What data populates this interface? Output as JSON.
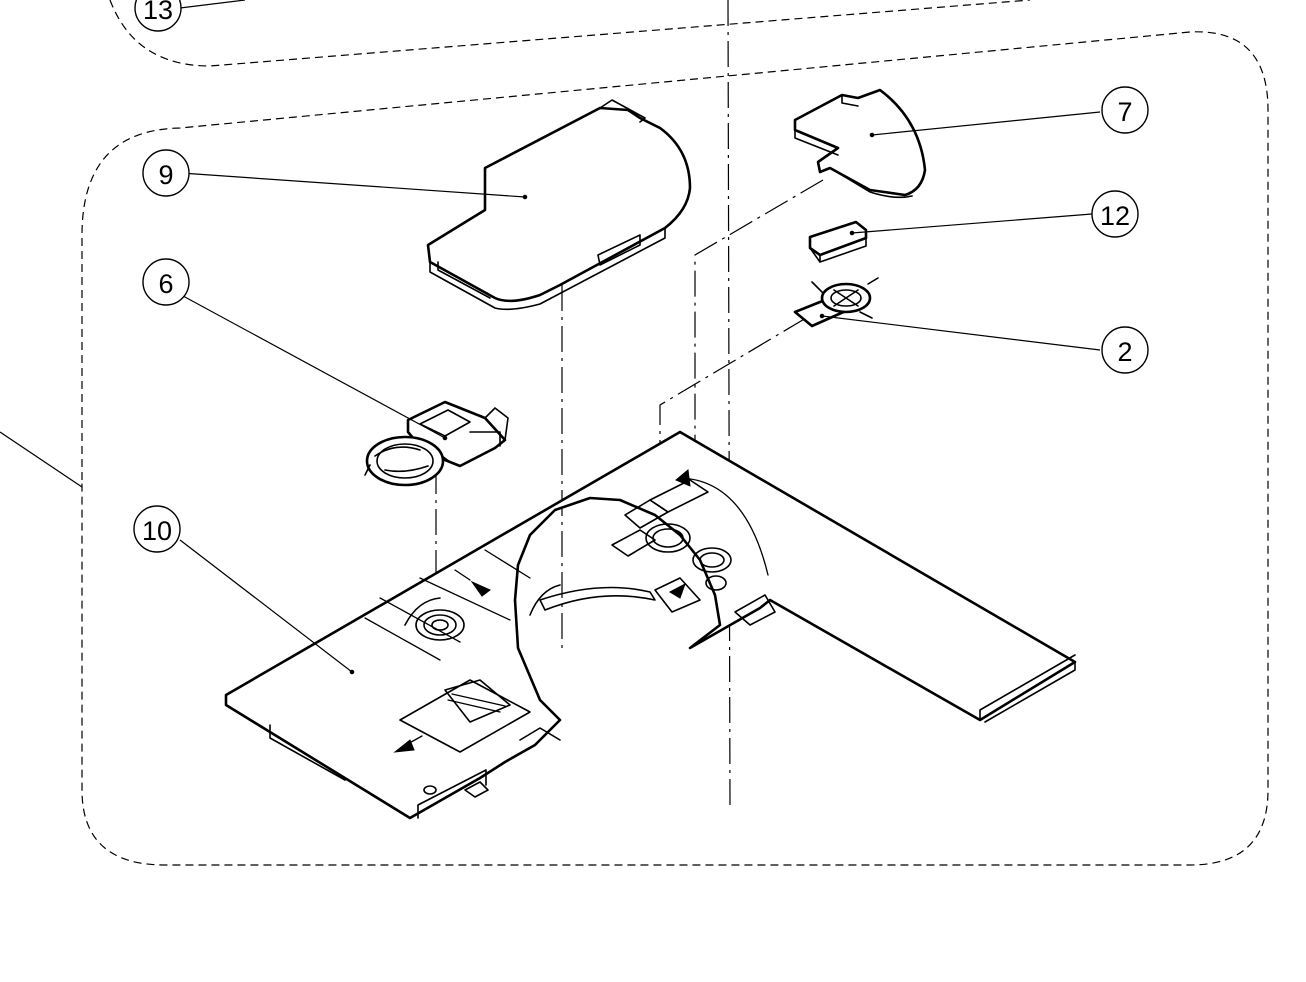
{
  "callouts": [
    {
      "id": "13",
      "label": "13"
    },
    {
      "id": "9",
      "label": "9"
    },
    {
      "id": "6",
      "label": "6"
    },
    {
      "id": "10",
      "label": "10"
    },
    {
      "id": "7",
      "label": "7"
    },
    {
      "id": "12",
      "label": "12"
    },
    {
      "id": "2",
      "label": "2"
    }
  ],
  "colors": {
    "line": "#000000",
    "background": "#ffffff"
  }
}
